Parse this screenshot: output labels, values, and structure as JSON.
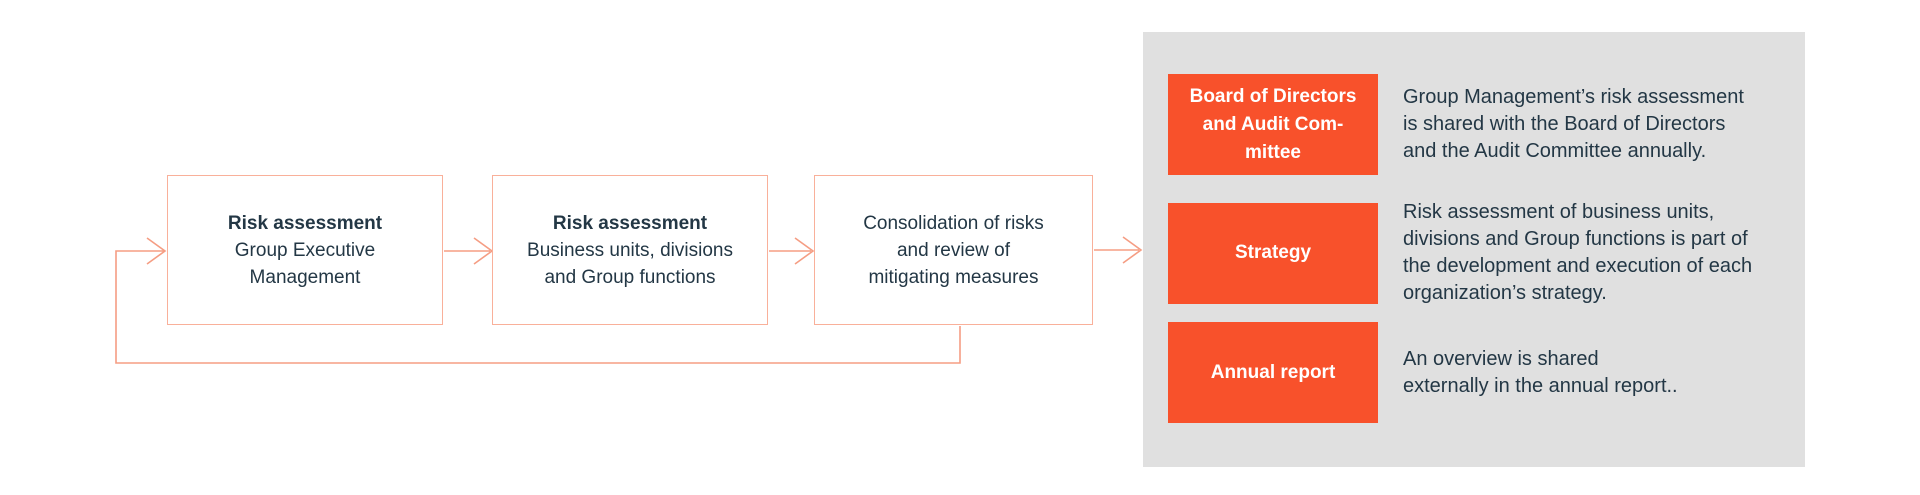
{
  "colors": {
    "accent_orange": "#F8512B",
    "connector_salmon": "#F59D83",
    "box_border_salmon": "#F9B09A",
    "panel_gray": "#E0E0E0",
    "text_dark": "#233745",
    "text_white": "#FFFFFF"
  },
  "flow": {
    "boxes": [
      {
        "title": "Risk assessment",
        "body": "Group Executive\nManagement"
      },
      {
        "title": "Risk assessment",
        "body": "Business units, divisions\nand Group functions"
      },
      {
        "title": "",
        "body": "Consolidation of risks\nand review of\nmitigating measures"
      }
    ]
  },
  "panel": {
    "rows": [
      {
        "label": "Board of Directors\nand Audit Com-\nmittee",
        "description": "Group Management’s risk assessment\nis shared with the Board of Directors\nand the Audit Committee annually."
      },
      {
        "label": "Strategy",
        "description": "Risk assessment of business units,\ndivisions and Group functions is part of\nthe development and execution of each\norganization’s strategy."
      },
      {
        "label": "Annual report",
        "description": "An overview is shared\nexternally in the annual report.."
      }
    ]
  }
}
